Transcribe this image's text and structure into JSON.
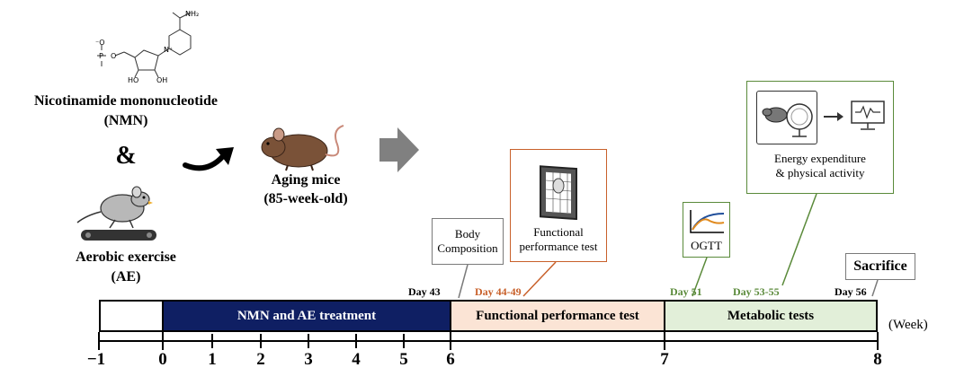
{
  "left": {
    "compound_name": "Nicotinamide mononucleotide",
    "compound_abbr": "(NMN)",
    "ampersand": "&",
    "exercise_name": "Aerobic exercise",
    "exercise_abbr": "(AE)",
    "molecule_labels": {
      "nh2": "NH₂",
      "o_minus": "⁻O",
      "p": "P",
      "o1": "O",
      "ho": "HO",
      "n_plus": "N⁺",
      "oh1": "HO",
      "oh2": "OH"
    }
  },
  "mice": {
    "title": "Aging mice",
    "age": "(85-week-old)"
  },
  "callouts": {
    "body_composition": [
      "Body",
      "Composition"
    ],
    "functional": [
      "Functional",
      "performance test"
    ],
    "ogtt": "OGTT",
    "energy": [
      "Energy expenditure",
      "& physical activity"
    ],
    "sacrifice": "Sacrifice"
  },
  "days": {
    "d43": "Day 43",
    "d44": "Day 44-49",
    "d51": "Day 51",
    "d53": "Day 53-55",
    "d56": "Day 56"
  },
  "segments": {
    "treatment": "NMN and AE treatment",
    "functional": "Functional performance test",
    "metabolic": "Metabolic tests"
  },
  "axis": {
    "unit": "(Week)",
    "ticks": [
      "−1",
      "0",
      "1",
      "2",
      "3",
      "4",
      "5",
      "6",
      "7",
      "8"
    ]
  },
  "colors": {
    "treatment": "#0f1f63",
    "functional": "#fbe4d5",
    "metabolic": "#e2efd9",
    "orange": "#c8602a",
    "green": "#5a8a3a"
  }
}
